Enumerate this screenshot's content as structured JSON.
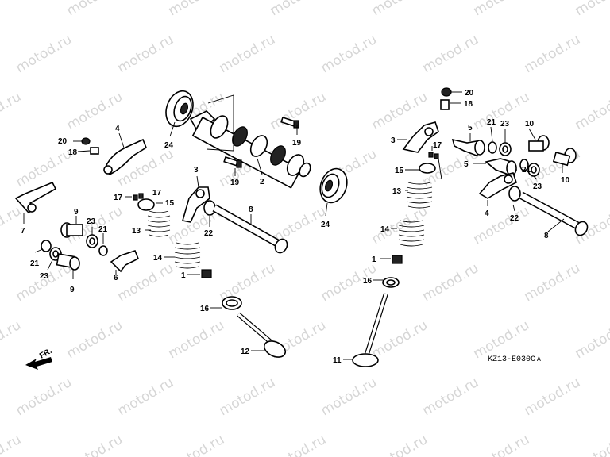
{
  "watermark": "motod.ru",
  "diagram_code": "KZ13-E030C",
  "diagram_code_suffix": "A",
  "direction_label": "FR.",
  "labels": [
    "20",
    "18",
    "4",
    "24",
    "19",
    "2",
    "19",
    "24",
    "3",
    "17",
    "17",
    "15",
    "7",
    "9",
    "23",
    "21",
    "13",
    "22",
    "8",
    "14",
    "21",
    "23",
    "9",
    "6",
    "1",
    "16",
    "12",
    "20",
    "18",
    "3",
    "17",
    "15",
    "13",
    "5",
    "21",
    "23",
    "10",
    "5",
    "21",
    "23",
    "10",
    "4",
    "22",
    "8",
    "14",
    "1",
    "16",
    "11"
  ]
}
